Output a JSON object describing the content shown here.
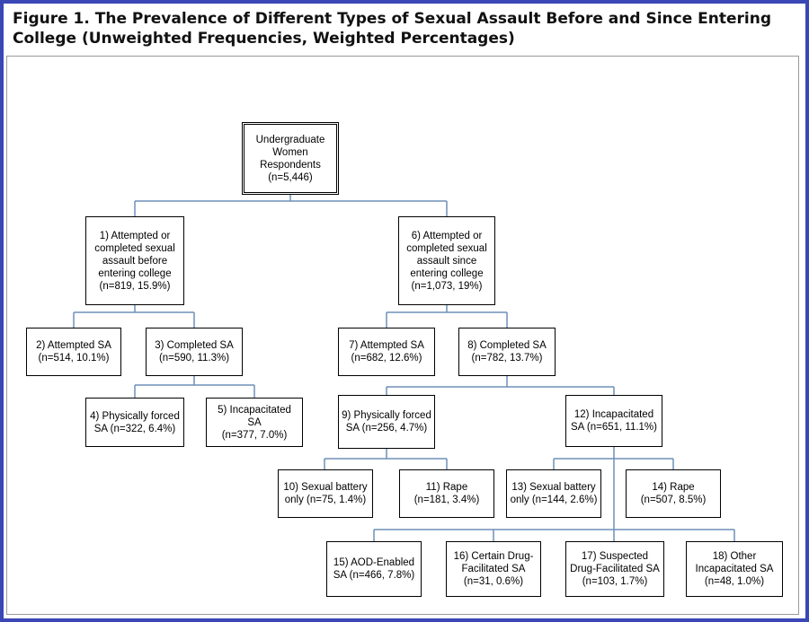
{
  "figure": {
    "title": "Figure 1. The Prevalence of Different Types of Sexual Assault Before and Since Entering\nCollege (Unweighted Frequencies, Weighted Percentages)"
  },
  "colors": {
    "frame": "#3b47b5",
    "connector": "#6f8fb8",
    "box_border": "#000000"
  },
  "nodes": {
    "root": "Undergraduate\nWomen\nRespondents\n(n=5,446)",
    "n1": "1) Attempted or\ncompleted sexual\nassault before\nentering college\n(n=819, 15.9%)",
    "n2": "2) Attempted SA\n(n=514, 10.1%)",
    "n3": "3) Completed SA\n(n=590, 11.3%)",
    "n4": "4) Physically forced\nSA (n=322, 6.4%)",
    "n5": "5) Incapacitated SA\n(n=377, 7.0%)",
    "n6": "6) Attempted or\ncompleted sexual\nassault since\nentering college\n(n=1,073, 19%)",
    "n7": "7) Attempted SA\n(n=682, 12.6%)",
    "n8": "8) Completed SA\n(n=782, 13.7%)",
    "n9": "9) Physically forced\nSA (n=256, 4.7%)",
    "n10": "10) Sexual battery\nonly (n=75, 1.4%)",
    "n11": "11) Rape\n(n=181, 3.4%)",
    "n12": "12) Incapacitated\nSA (n=651, 11.1%)",
    "n13": "13) Sexual battery\nonly (n=144, 2.6%)",
    "n14": "14) Rape\n(n=507, 8.5%)",
    "n15": "15) AOD-Enabled\nSA (n=466, 7.8%)",
    "n16": "16) Certain Drug-\nFacilitated SA\n(n=31, 0.6%)",
    "n17": "17) Suspected\nDrug-Facilitated SA\n(n=103, 1.7%)",
    "n18": "18) Other\nIncapacitated SA\n(n=48, 1.0%)"
  }
}
